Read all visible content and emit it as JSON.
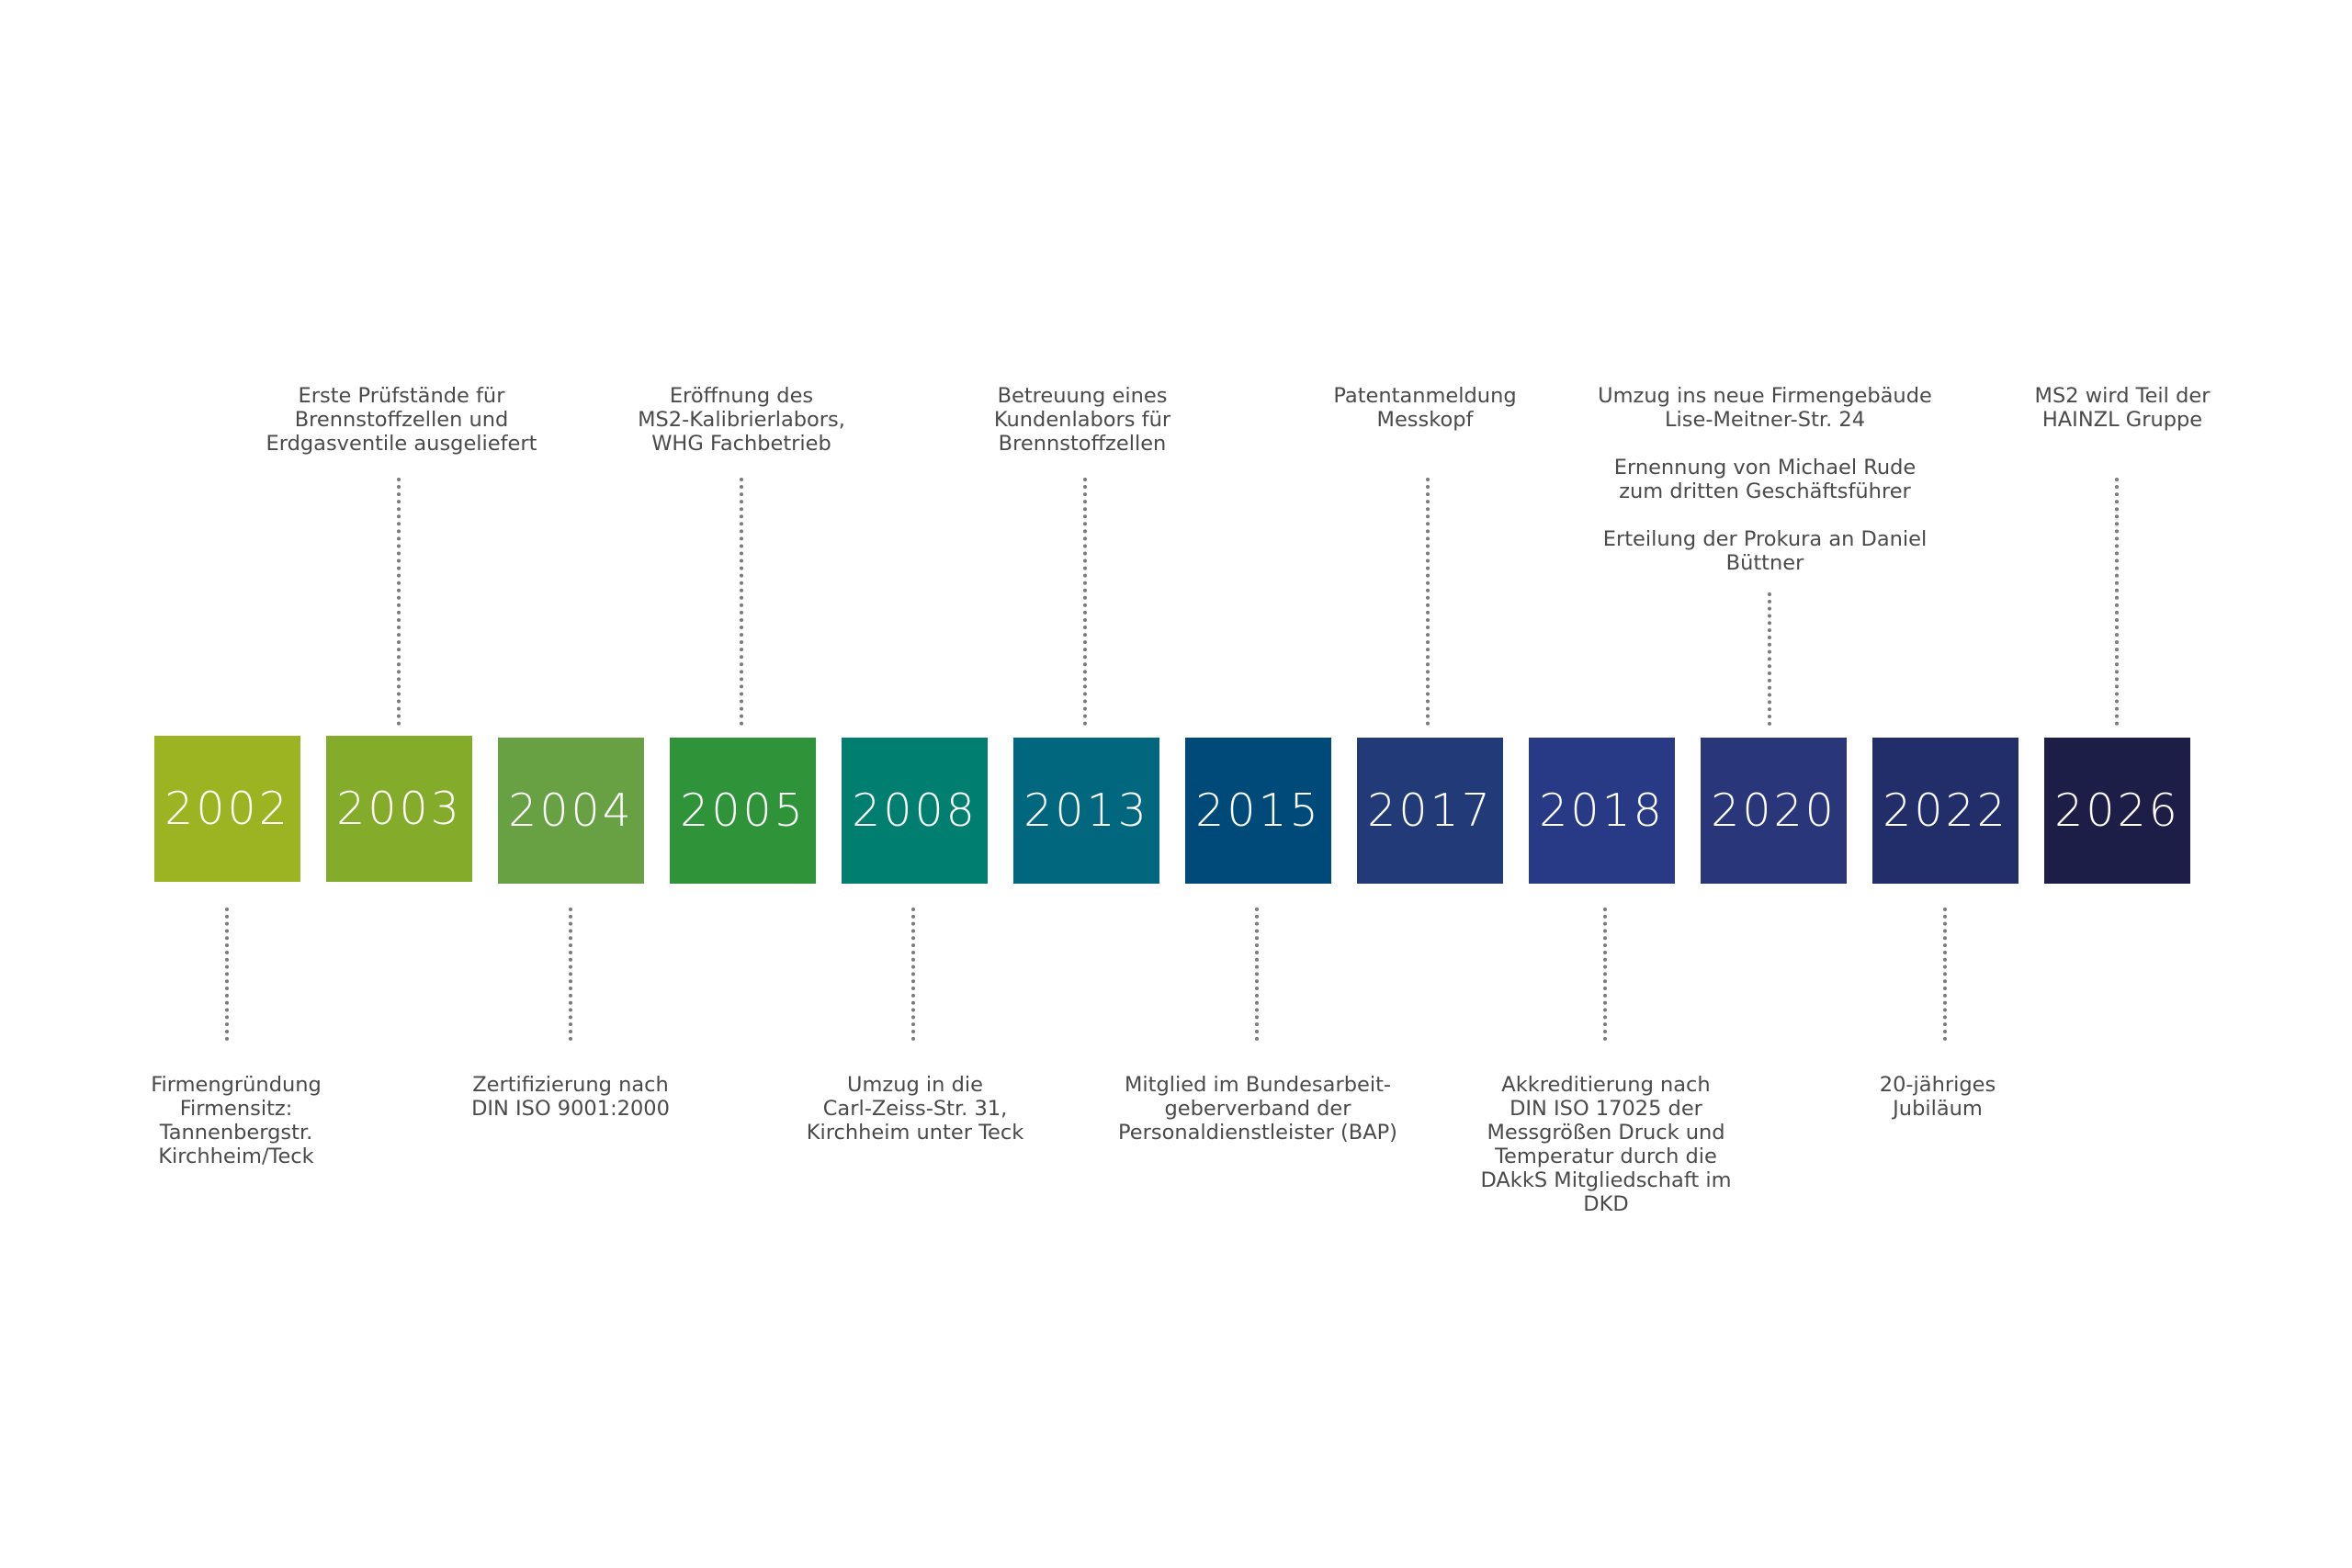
{
  "colors": {
    "2002": "#9db422",
    "2003": "#84ab2a",
    "2004": "#68a044",
    "2005": "#2e9339",
    "2008": "#007f70",
    "2013": "#00677f",
    "2015": "#004a7a",
    "2017": "#223b78",
    "2018": "#283a86",
    "2020": "#29367a",
    "2022": "#222e69",
    "2026": "#1d1e48",
    "caption_text": "#4a4a4a",
    "connector": "#7a7a7a"
  },
  "years": [
    "2002",
    "2003",
    "2004",
    "2005",
    "2008",
    "2013",
    "2015",
    "2017",
    "2018",
    "2020",
    "2022",
    "2026"
  ],
  "captions": {
    "c2002": [
      "Firmengründung",
      "Firmensitz:",
      "Tannenbergstr.",
      "Kirchheim/Teck"
    ],
    "c2003": [
      "Erste Prüfstände für",
      "Brennstoffzellen und",
      "Erdgasventile ausgeliefert"
    ],
    "c2004": [
      "Zertifizierung nach",
      "DIN ISO 9001:2000"
    ],
    "c2005": [
      "Eröffnung des",
      "MS2-Kalibrierlabors,",
      "WHG Fachbetrieb"
    ],
    "c2008": [
      "Umzug in die",
      "Carl-Zeiss-Str. 31,",
      "Kirchheim unter Teck"
    ],
    "c2013": [
      "Betreuung eines",
      "Kundenlabors für",
      "Brennstoffzellen"
    ],
    "c2015": [
      "Mitglied im Bundesarbeit-",
      "geberverband der",
      "Personaldienstleister (BAP)"
    ],
    "c2017": [
      "Patentanmeldung",
      "Messkopf"
    ],
    "c2018": [
      "Akkreditierung nach",
      "DIN ISO 17025 der",
      "Messgrößen Druck und",
      "Temperatur durch die",
      "DAkkS Mitgliedschaft im",
      "DKD"
    ],
    "c2020": [
      [
        "Umzug ins neue Firmengebäude",
        "Lise-Meitner-Str. 24"
      ],
      [
        "Ernennung von Michael Rude",
        "zum dritten Geschäftsführer"
      ],
      [
        "Erteilung der Prokura an Daniel",
        "Büttner"
      ]
    ],
    "c2022": [
      "20-jähriges",
      "Jubiläum"
    ],
    "c2026": [
      "MS2 wird Teil der",
      "HAINZL Gruppe"
    ]
  }
}
